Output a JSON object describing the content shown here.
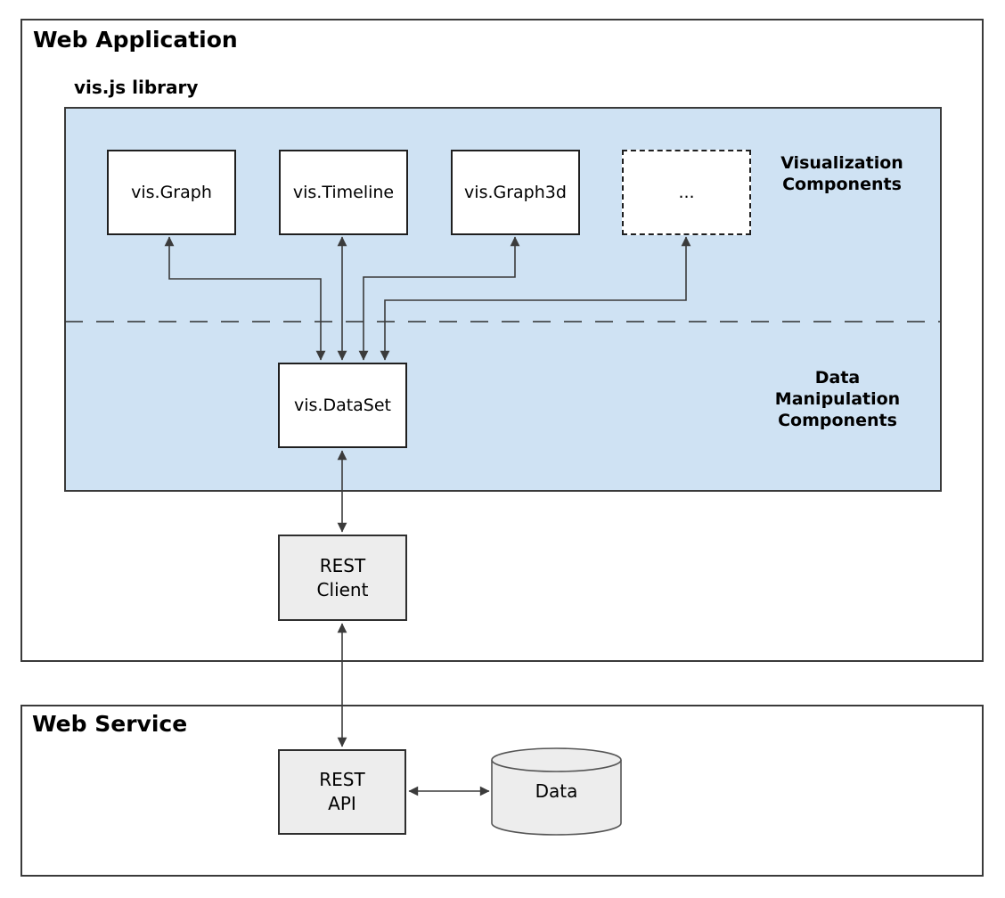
{
  "colors": {
    "panel_blue": "#cfe2f3",
    "box_gray": "#ededed",
    "box_white": "#ffffff",
    "border_dark": "#333333",
    "arrow": "#3b3b3b",
    "text": "#000000"
  },
  "web_application": {
    "title": "Web Application",
    "library": {
      "title": "vis.js library",
      "visualization_components": {
        "label": "Visualization\nComponents",
        "boxes": [
          {
            "label": "vis.Graph"
          },
          {
            "label": "vis.Timeline"
          },
          {
            "label": "vis.Graph3d"
          },
          {
            "label": "..."
          }
        ]
      },
      "data_manipulation_components": {
        "label": "Data\nManipulation\nComponents",
        "boxes": [
          {
            "label": "vis.DataSet"
          }
        ]
      }
    },
    "rest_client": {
      "label": "REST\nClient"
    }
  },
  "web_service": {
    "title": "Web Service",
    "rest_api": {
      "label": "REST\nAPI"
    },
    "database": {
      "label": "Data"
    }
  }
}
